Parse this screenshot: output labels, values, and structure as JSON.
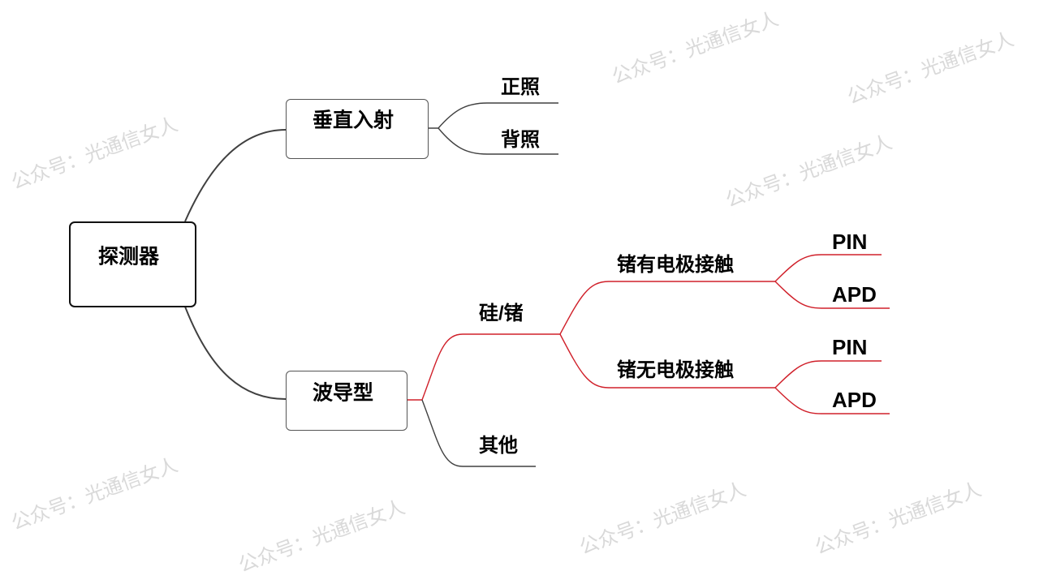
{
  "watermark": "公众号：光通信女人",
  "colors": {
    "dark_line": "#404040",
    "red_line": "#d0202a",
    "watermark": "#d9d9d9"
  },
  "root": {
    "label": "探测器"
  },
  "branches": [
    {
      "label": "垂直入射",
      "children": [
        {
          "label": "正照"
        },
        {
          "label": "背照"
        }
      ]
    },
    {
      "label": "波导型",
      "children": [
        {
          "label": "硅/锗",
          "children": [
            {
              "label": "锗有电极接触",
              "children": [
                {
                  "label": "PIN"
                },
                {
                  "label": "APD"
                }
              ]
            },
            {
              "label": "锗无电极接触",
              "children": [
                {
                  "label": "PIN"
                },
                {
                  "label": "APD"
                }
              ]
            }
          ]
        },
        {
          "label": "其他"
        }
      ]
    }
  ]
}
